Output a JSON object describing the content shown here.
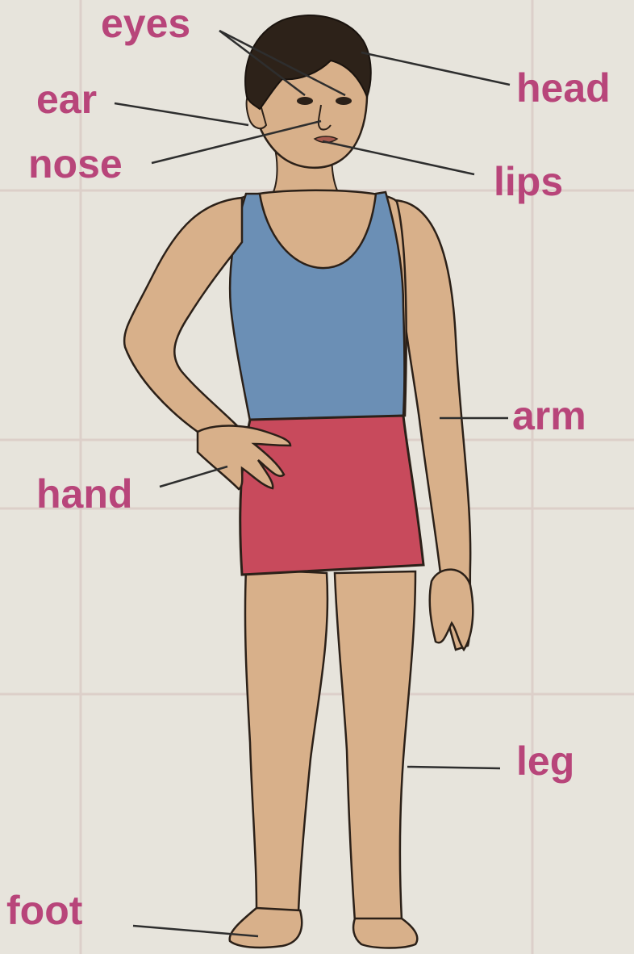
{
  "labels": {
    "eyes": "eyes",
    "head": "head",
    "ear": "ear",
    "nose": "nose",
    "lips": "lips",
    "arm": "arm",
    "hand": "hand",
    "leg": "leg",
    "foot": "foot"
  },
  "colors": {
    "label": "#b8457a",
    "leader_line": "#2e2e2e",
    "paper": "#e7e4dc",
    "skin": "#d8b08a",
    "hair": "#2d2219",
    "vest": "#6b8fb5",
    "shorts": "#c84a5c"
  }
}
